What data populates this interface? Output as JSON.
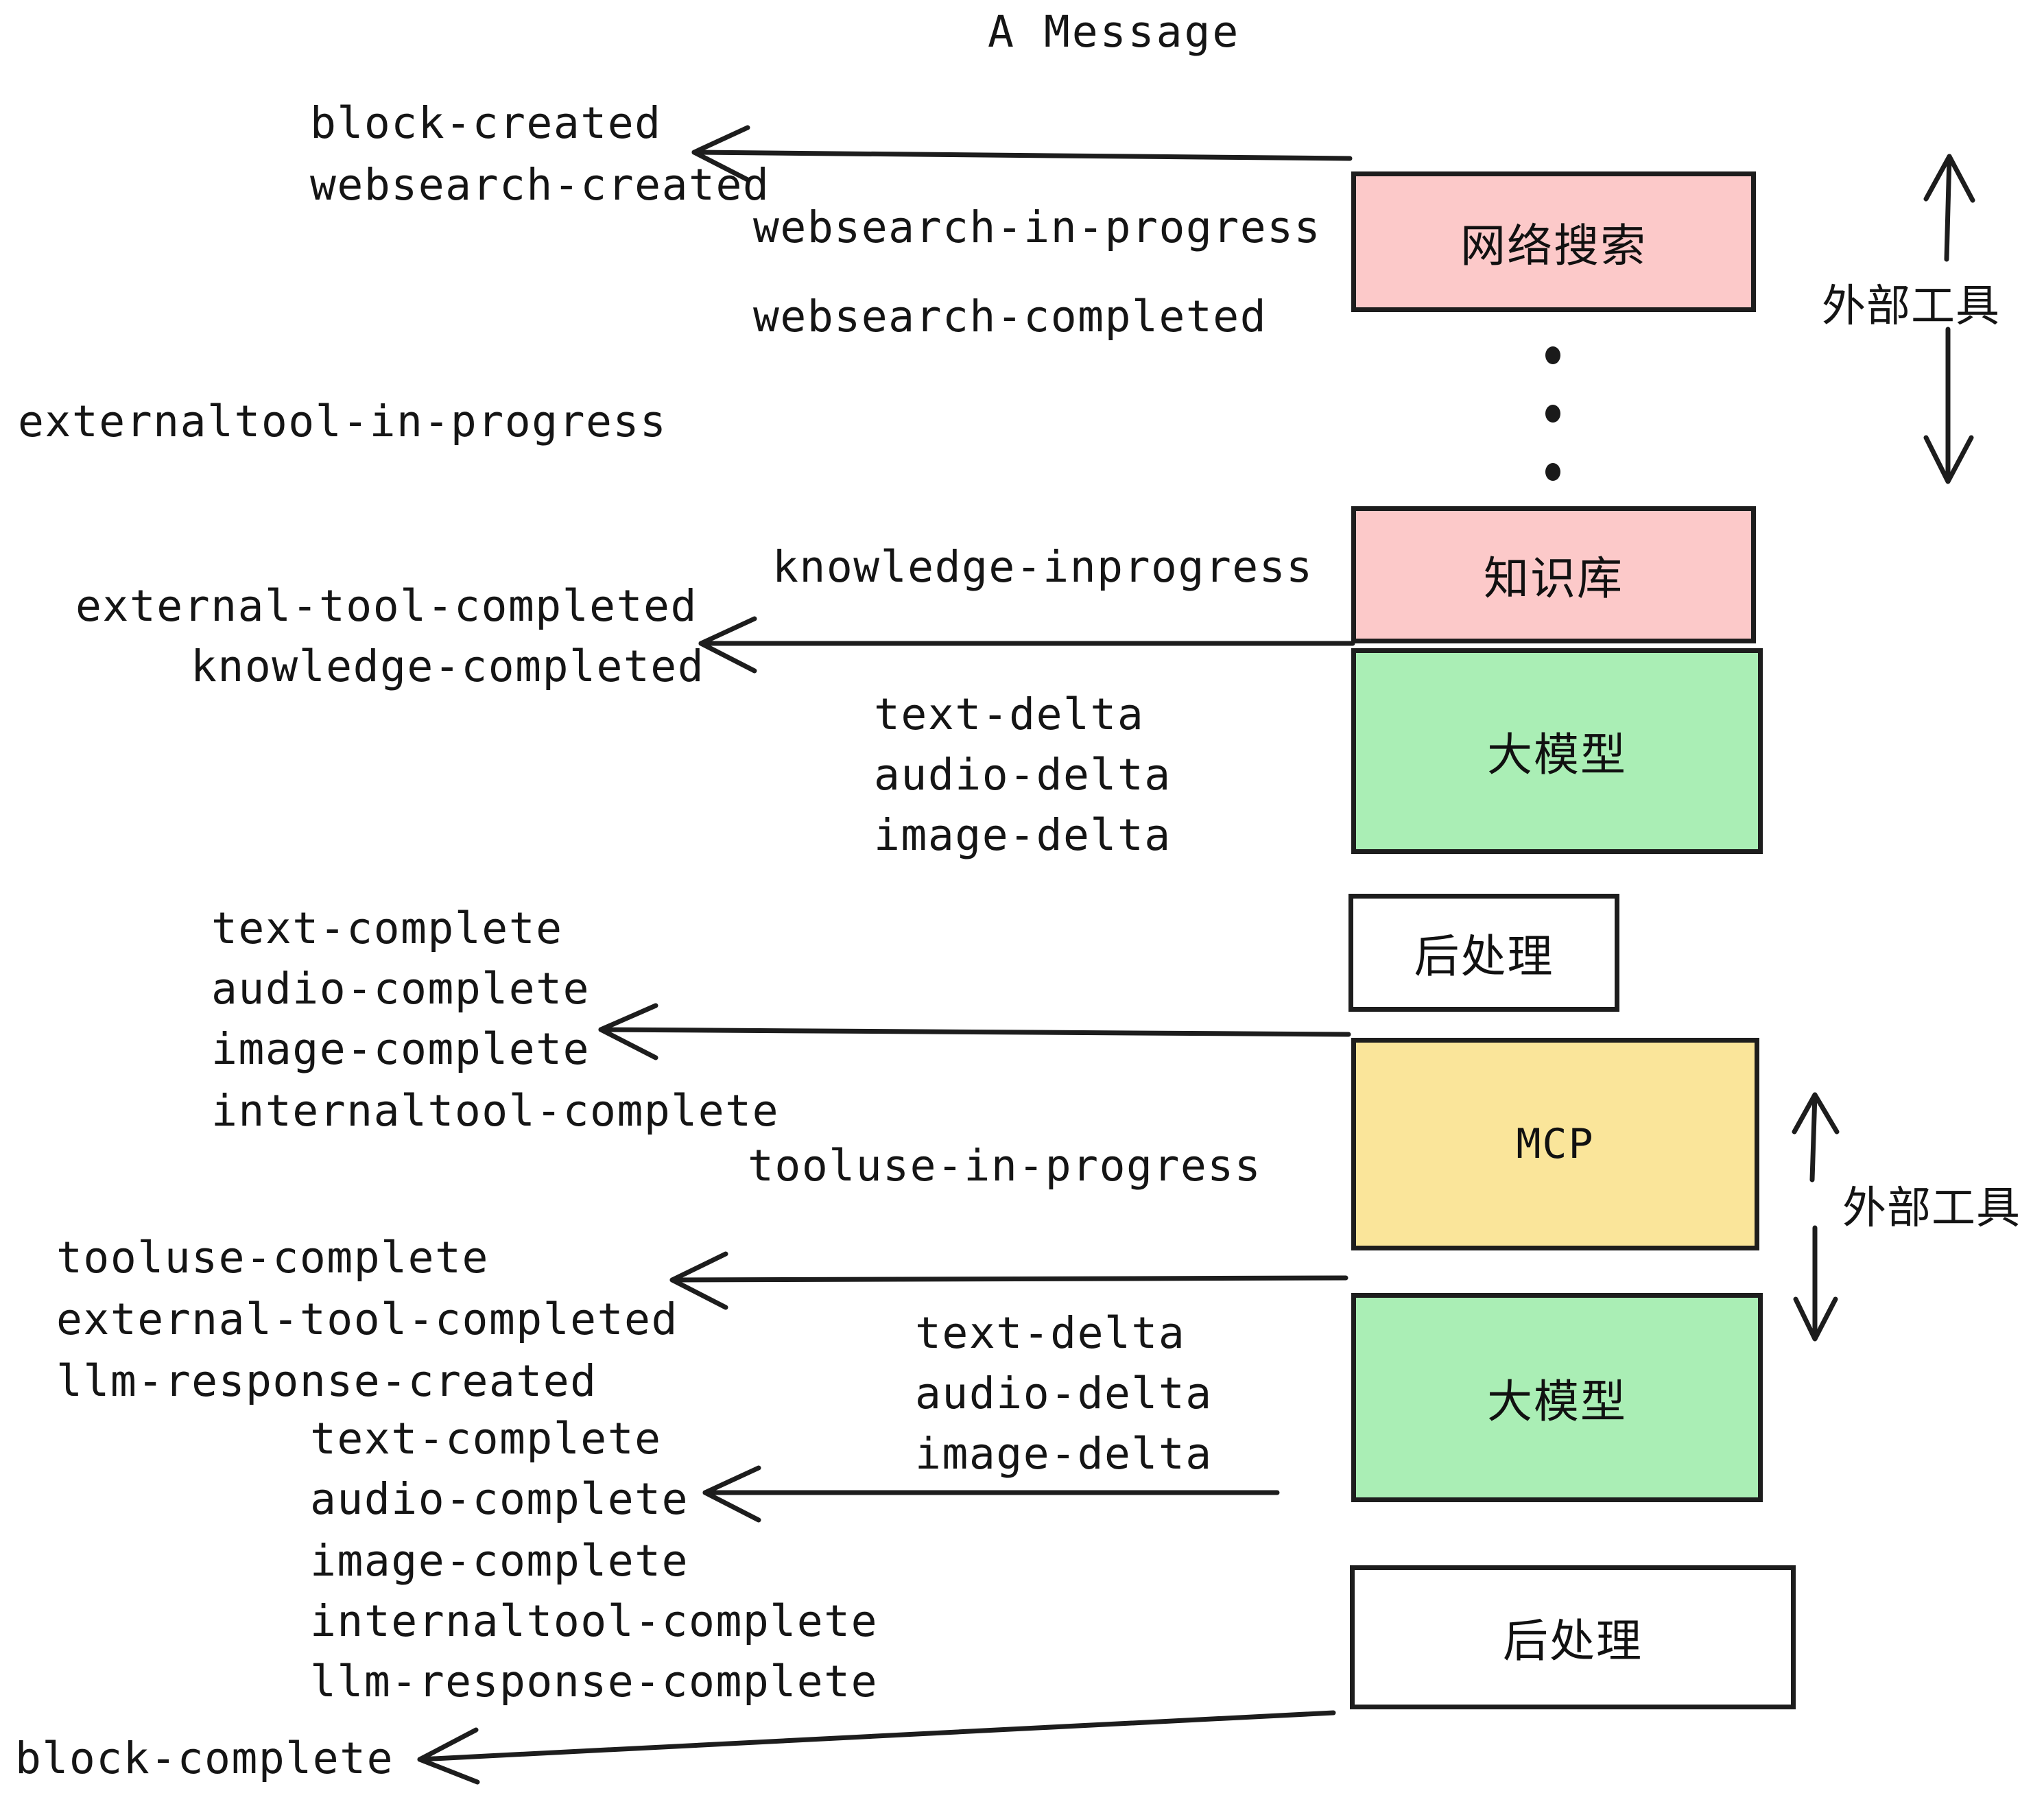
{
  "title": "A Message",
  "colors": {
    "pink": "#fcc9c9",
    "green": "#aaeeb5",
    "yellow": "#fae59a",
    "white": "#ffffff",
    "stroke": "#1d1d1d",
    "text": "#151515"
  },
  "nodes": [
    {
      "id": "websearch",
      "label": "网络搜索",
      "fill": "#fcc9c9",
      "mono": false
    },
    {
      "id": "knowledge",
      "label": "知识库",
      "fill": "#fcc9c9",
      "mono": false
    },
    {
      "id": "llm-1",
      "label": "大模型",
      "fill": "#aaeeb5",
      "mono": false
    },
    {
      "id": "postproc-1",
      "label": "后处理",
      "fill": "#ffffff",
      "mono": false
    },
    {
      "id": "mcp",
      "label": "MCP",
      "fill": "#fae59a",
      "mono": true
    },
    {
      "id": "llm-2",
      "label": "大模型",
      "fill": "#aaeeb5",
      "mono": false
    },
    {
      "id": "postproc-2",
      "label": "后处理",
      "fill": "#ffffff",
      "mono": false
    }
  ],
  "side_labels": [
    {
      "id": "external-tool-top",
      "label": "外部工具"
    },
    {
      "id": "external-tool-bottom",
      "label": "外部工具"
    }
  ],
  "events": [
    {
      "id": "block-created",
      "label": "block-created"
    },
    {
      "id": "websearch-created",
      "label": "websearch-created"
    },
    {
      "id": "websearch-in-progress",
      "label": "websearch-in-progress"
    },
    {
      "id": "websearch-completed",
      "label": "websearch-completed"
    },
    {
      "id": "externaltool-in-progress",
      "label": "externaltool-in-progress"
    },
    {
      "id": "knowledge-inprogress",
      "label": "knowledge-inprogress"
    },
    {
      "id": "external-tool-completed-1",
      "label": "external-tool-completed"
    },
    {
      "id": "knowledge-completed",
      "label": "knowledge-completed"
    },
    {
      "id": "text-delta-1",
      "label": "text-delta"
    },
    {
      "id": "audio-delta-1",
      "label": "audio-delta"
    },
    {
      "id": "image-delta-1",
      "label": "image-delta"
    },
    {
      "id": "text-complete-1",
      "label": "text-complete"
    },
    {
      "id": "audio-complete-1",
      "label": "audio-complete"
    },
    {
      "id": "image-complete-1",
      "label": "image-complete"
    },
    {
      "id": "internaltool-complete-1",
      "label": "internaltool-complete"
    },
    {
      "id": "tooluse-in-progress",
      "label": "tooluse-in-progress"
    },
    {
      "id": "tooluse-complete",
      "label": "tooluse-complete"
    },
    {
      "id": "external-tool-completed-2",
      "label": "external-tool-completed"
    },
    {
      "id": "llm-response-created",
      "label": "llm-response-created"
    },
    {
      "id": "text-delta-2",
      "label": "text-delta"
    },
    {
      "id": "audio-delta-2",
      "label": "audio-delta"
    },
    {
      "id": "image-delta-2",
      "label": "image-delta"
    },
    {
      "id": "text-complete-2",
      "label": "text-complete"
    },
    {
      "id": "audio-complete-2",
      "label": "audio-complete"
    },
    {
      "id": "image-complete-2",
      "label": "image-complete"
    },
    {
      "id": "internaltool-complete-2",
      "label": "internaltool-complete"
    },
    {
      "id": "llm-response-complete",
      "label": "llm-response-complete"
    },
    {
      "id": "block-complete",
      "label": "block-complete"
    }
  ]
}
